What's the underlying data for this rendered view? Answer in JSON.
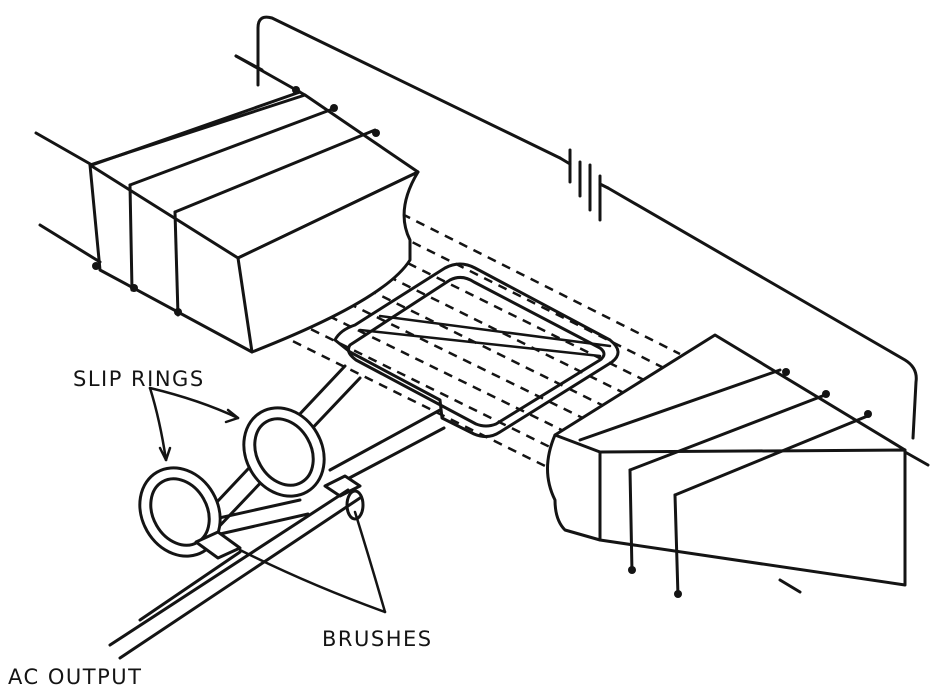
{
  "labels": {
    "slip_rings": "SLIP RINGS",
    "brushes": "BRUSHES",
    "ac_output": "AC OUTPUT"
  },
  "colors": {
    "ink": "#141414",
    "paper": "#ffffff"
  }
}
